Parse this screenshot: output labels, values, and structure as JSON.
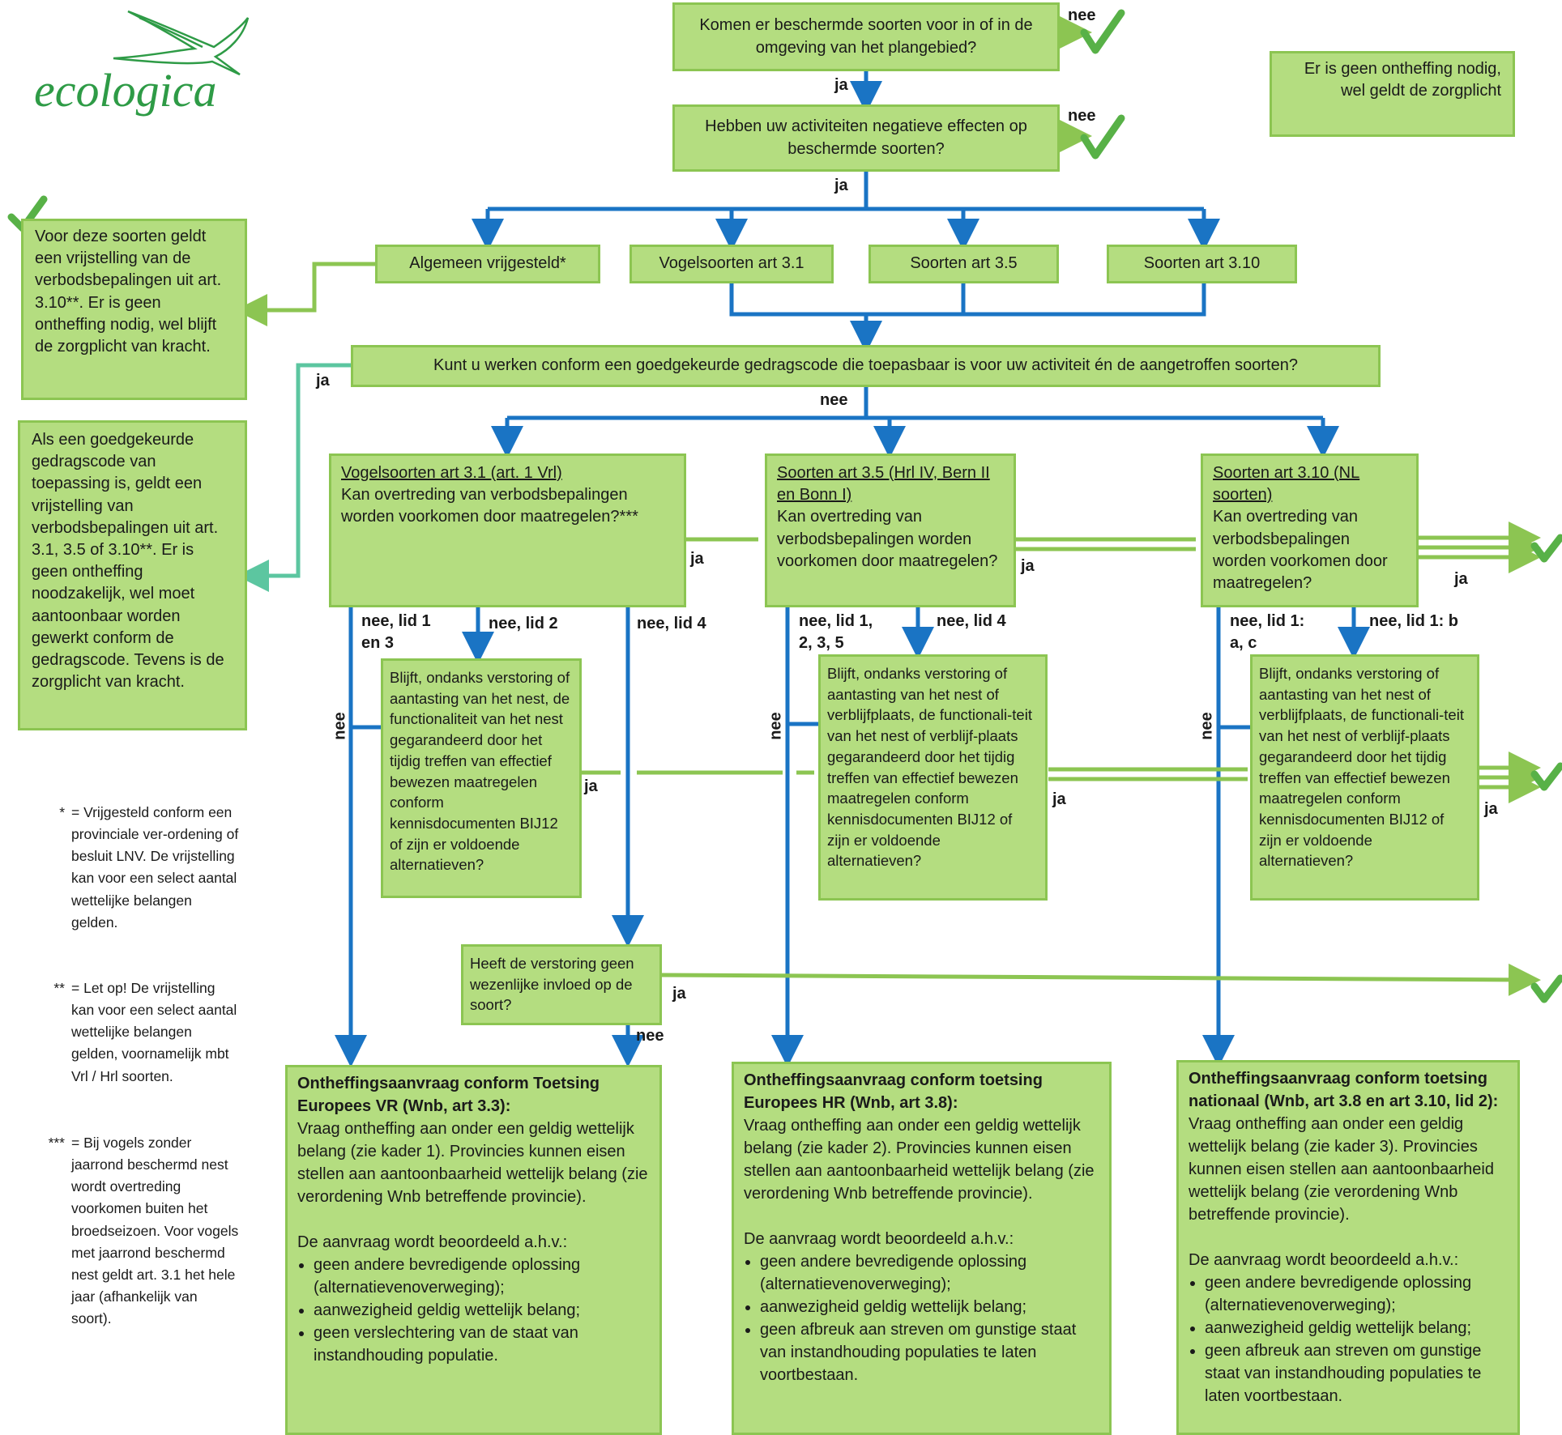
{
  "brand": {
    "logo_text": "ecologica",
    "colors": {
      "box_fill": "#b4dd80",
      "box_border": "#8cc552",
      "blue_arrow": "#1a74c4",
      "green_line": "#8cc552",
      "check": "#58b147",
      "teal_line": "#5cc6a0"
    }
  },
  "legend": {
    "text": "Er is geen ontheffing nodig, wel geldt de zorgplicht"
  },
  "questions": {
    "q1": "Komen er beschermde soorten voor in of in de omgeving van het plangebied?",
    "q2": "Hebben uw activiteiten negatieve effecten op beschermde soorten?",
    "q3": "Kunt u werken conform een goedgekeurde gedragscode die toepasbaar is voor uw activiteit én de aangetroffen soorten?"
  },
  "categories": {
    "algemeen": "Algemeen vrijgesteld*",
    "vogels": "Vogelsoorten art 3.1",
    "s35": "Soorten art 3.5",
    "s310": "Soorten art 3.10"
  },
  "side_boxes": {
    "vrijstelling": "Voor deze soorten geldt een vrijstelling van de verbodsbepalingen uit art. 3.10**. Er is geen ontheffing nodig, wel blijft de zorgplicht van kracht.",
    "gedragscode": "Als een goedgekeurde gedragscode van toepassing is, geldt een vrijstelling van verbodsbepalingen uit art. 3.1, 3.5 of 3.10**. Er is geen ontheffing noodzakelijk, wel moet aantoonbaar worden gewerkt conform de gedragscode. Tevens is de zorgplicht van kracht."
  },
  "species": {
    "vogel": {
      "title": "Vogelsoorten art 3.1 (art. 1 Vrl)",
      "question": "Kan overtreding van verbodsbepalingen worden voorkomen door maatregelen?***"
    },
    "hrl": {
      "title": "Soorten art 3.5 (Hrl IV, Bern II en Bonn I)",
      "question": "Kan overtreding van verbodsbepalingen worden voorkomen door maatregelen?"
    },
    "nl": {
      "title": "Soorten art 3.10 (NL soorten)",
      "question": "Kan overtreding van verbodsbepalingen worden voorkomen door maatregelen?"
    }
  },
  "nest_questions": {
    "vogel": "Blijft, ondanks verstoring of aantasting van het nest, de functionaliteit van het nest gegarandeerd door het tijdig treffen van effectief bewezen maatregelen conform kennisdocumenten BIJ12 of zijn er voldoende alternatieven?",
    "hrl": "Blijft, ondanks verstoring of aantasting van het nest of verblijfplaats, de functionali-teit van het nest of verblijf-plaats gegarandeerd door het tijdig treffen van effectief bewezen maatregelen conform kennisdocumenten BIJ12 of zijn er voldoende alternatieven?",
    "nl": "Blijft, ondanks verstoring of aantasting van het nest of verblijfplaats, de functionali-teit van het nest of verblijf-plaats gegarandeerd door het tijdig treffen van effectief bewezen maatregelen conform kennisdocumenten BIJ12 of zijn er voldoende alternatieven?"
  },
  "verstoring_question": "Heeft de verstoring geen wezenlijke invloed op de soort?",
  "labels": {
    "nee": "nee",
    "ja": "ja",
    "nee_lid1_en3": "nee, lid 1\nen 3",
    "nee_lid2": "nee, lid 2",
    "nee_lid4": "nee, lid 4",
    "nee_lid1235": "nee, lid 1,\n2, 3, 5",
    "nee_lid1ac": "nee, lid 1:\na, c",
    "nee_lid1b": "nee, lid 1: b"
  },
  "outcomes": {
    "vr": {
      "heading": "Ontheffingsaanvraag conform Toetsing Europees VR (Wnb, art 3.3):",
      "body": "Vraag ontheffing aan onder een geldig wettelijk belang (zie kader 1). Provincies kunnen eisen stellen aan aantoonbaarheid wettelijk belang (zie verordening Wnb betreffende provincie).",
      "criteria_intro": "De aanvraag wordt beoordeeld a.h.v.:",
      "criteria": [
        "geen andere bevredigende oplossing (alternatievenoverweging);",
        "aanwezigheid geldig wettelijk belang;",
        "geen verslechtering van de staat van instandhouding populatie."
      ]
    },
    "hr": {
      "heading": "Ontheffingsaanvraag conform toetsing Europees HR (Wnb, art 3.8):",
      "body": "Vraag ontheffing aan onder een geldig wettelijk belang (zie kader 2). Provincies kunnen eisen stellen aan aantoonbaarheid wettelijk belang (zie verordening Wnb betreffende provincie).",
      "criteria_intro": "De aanvraag wordt beoordeeld a.h.v.:",
      "criteria": [
        "geen andere bevredigende oplossing (alternatievenoverweging);",
        "aanwezigheid geldig wettelijk belang;",
        "geen afbreuk aan streven om gunstige staat van instandhouding populaties te laten voortbestaan."
      ]
    },
    "nat": {
      "heading": "Ontheffingsaanvraag conform toetsing nationaal (Wnb, art 3.8 en art 3.10, lid 2):",
      "body": "Vraag ontheffing aan onder een geldig wettelijk belang (zie kader 3). Provincies kunnen eisen stellen aan aantoonbaarheid wettelijk belang (zie verordening Wnb betreffende provincie).",
      "criteria_intro": "De aanvraag wordt beoordeeld a.h.v.:",
      "criteria": [
        "geen andere bevredigende oplossing (alternatievenoverweging);",
        "aanwezigheid geldig wettelijk belang;",
        "geen afbreuk aan streven om gunstige staat van instandhouding populaties te laten voortbestaan."
      ]
    }
  },
  "footnotes": [
    {
      "marker": "*",
      "text": "= Vrijgesteld conform een provinciale ver-ordening of besluit LNV. De vrijstelling kan voor een select aantal wettelijke belangen gelden."
    },
    {
      "marker": "**",
      "text": "= Let op! De vrijstelling kan voor een select aantal wettelijke belangen gelden, voornamelijk mbt Vrl / Hrl soorten."
    },
    {
      "marker": "***",
      "text": "= Bij vogels zonder jaarrond beschermd nest wordt overtreding voorkomen buiten het broedseizoen. Voor vogels met jaarrond beschermd nest geldt art. 3.1 het hele jaar (afhankelijk van soort)."
    }
  ]
}
